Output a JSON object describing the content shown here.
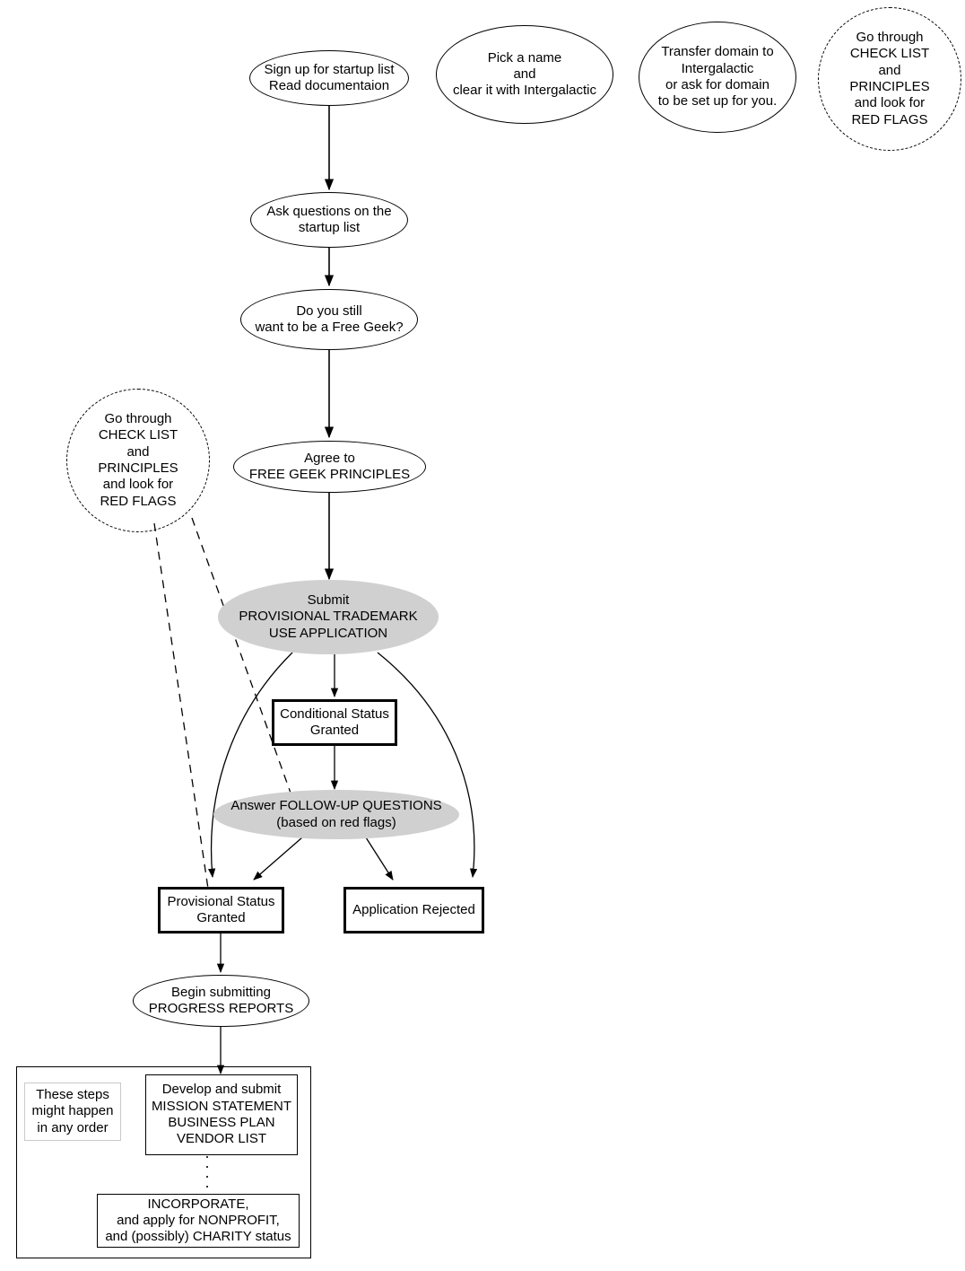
{
  "diagram": {
    "title": "Free Geek startup / trademark application flowchart",
    "background_color": "#ffffff",
    "shaded_fill": "#d0d0d0",
    "outline_color": "#000000"
  },
  "nodes": {
    "signup": {
      "label": "Sign up for startup list\nRead documentaion",
      "shape": "ellipse"
    },
    "pick_name": {
      "label": "Pick a name\nand\nclear it with Intergalactic",
      "shape": "ellipse"
    },
    "transfer_domain": {
      "label": "Transfer domain to\nIntergalactic\nor ask for domain\nto be set up for you.",
      "shape": "ellipse"
    },
    "checklist_top": {
      "label": "Go through\nCHECK LIST\nand\nPRINCIPLES\nand look for\nRED FLAGS",
      "shape": "dashed-circle"
    },
    "ask_questions": {
      "label": "Ask questions on the\nstartup list",
      "shape": "ellipse"
    },
    "still_want": {
      "label": "Do you still\nwant to be a Free Geek?",
      "shape": "ellipse"
    },
    "checklist_left": {
      "label": "Go through\nCHECK LIST\nand\nPRINCIPLES\nand look for\nRED FLAGS",
      "shape": "dashed-circle"
    },
    "agree_principles": {
      "label": "Agree to\nFREE GEEK PRINCIPLES",
      "shape": "ellipse"
    },
    "submit_application": {
      "label": "Submit\nPROVISIONAL TRADEMARK\nUSE APPLICATION",
      "shape": "ellipse-shaded"
    },
    "conditional_status": {
      "label": "Conditional Status\nGranted",
      "shape": "box"
    },
    "followup_questions": {
      "label": "Answer FOLLOW-UP QUESTIONS\n(based on red flags)",
      "shape": "ellipse-shaded"
    },
    "provisional_status": {
      "label": "Provisional Status\nGranted",
      "shape": "box"
    },
    "application_rejected": {
      "label": "Application Rejected",
      "shape": "box"
    },
    "progress_reports": {
      "label": "Begin submitting\nPROGRESS REPORTS",
      "shape": "ellipse"
    },
    "any_order_note": {
      "label": "These steps\nmight happen\nin any order",
      "shape": "box-light"
    },
    "develop_submit": {
      "label": "Develop and submit\nMISSION STATEMENT\nBUSINESS PLAN\nVENDOR LIST",
      "shape": "box-thin"
    },
    "incorporate": {
      "label": "INCORPORATE,\nand apply for NONPROFIT,\nand (possibly) CHARITY status",
      "shape": "box-thin"
    }
  },
  "edges": [
    {
      "from": "signup",
      "to": "ask_questions",
      "style": "solid",
      "arrow": true
    },
    {
      "from": "ask_questions",
      "to": "still_want",
      "style": "solid",
      "arrow": true
    },
    {
      "from": "still_want",
      "to": "agree_principles",
      "style": "solid",
      "arrow": true
    },
    {
      "from": "agree_principles",
      "to": "submit_application",
      "style": "solid",
      "arrow": true
    },
    {
      "from": "submit_application",
      "to": "conditional_status",
      "style": "solid",
      "arrow": true
    },
    {
      "from": "submit_application",
      "to": "provisional_status",
      "style": "solid-curved",
      "arrow": true
    },
    {
      "from": "submit_application",
      "to": "application_rejected",
      "style": "solid-curved",
      "arrow": true
    },
    {
      "from": "conditional_status",
      "to": "followup_questions",
      "style": "solid",
      "arrow": true
    },
    {
      "from": "followup_questions",
      "to": "provisional_status",
      "style": "solid",
      "arrow": true
    },
    {
      "from": "followup_questions",
      "to": "application_rejected",
      "style": "solid",
      "arrow": true
    },
    {
      "from": "checklist_left",
      "to": "provisional_status",
      "style": "dashed",
      "arrow": false
    },
    {
      "from": "checklist_left",
      "to": "followup_questions",
      "style": "dashed",
      "arrow": false
    },
    {
      "from": "provisional_status",
      "to": "progress_reports",
      "style": "solid",
      "arrow": true
    },
    {
      "from": "progress_reports",
      "to": "develop_submit",
      "style": "solid",
      "arrow": true
    },
    {
      "from": "develop_submit",
      "to": "incorporate",
      "style": "dotted",
      "arrow": false
    }
  ]
}
